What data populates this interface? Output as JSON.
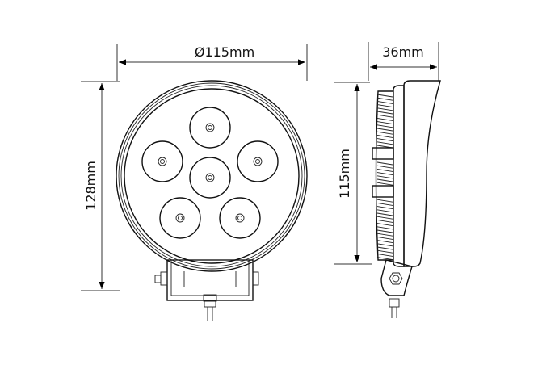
{
  "front_view": {
    "diameter_label": "Ø115mm",
    "height_label": "128mm",
    "led_count": 6
  },
  "side_view": {
    "depth_label": "36mm",
    "height_label": "115mm"
  }
}
